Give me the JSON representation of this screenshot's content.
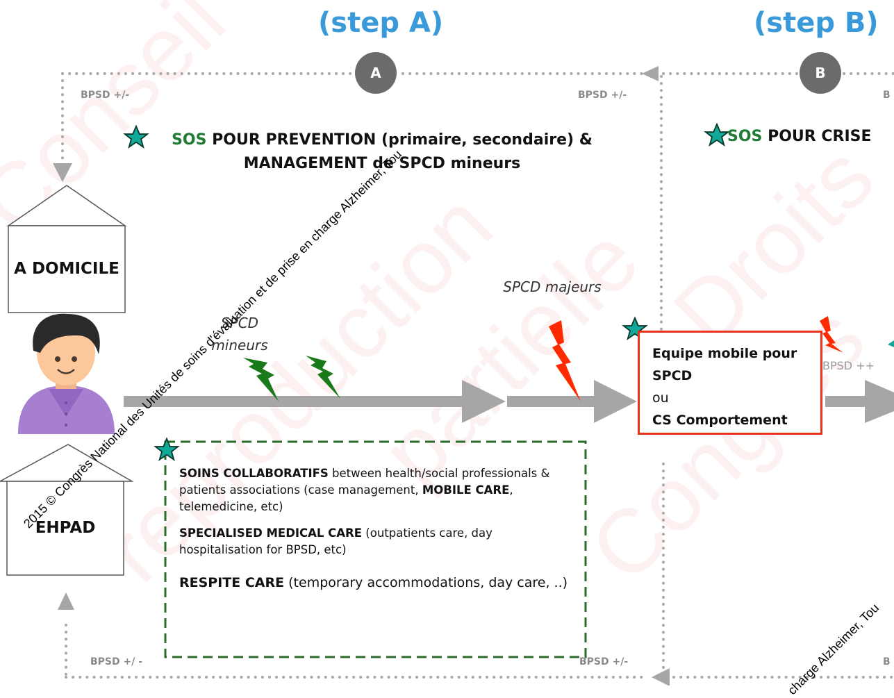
{
  "steps": {
    "a_title": "(step A)",
    "b_title": "(step B)",
    "a_badge": "A",
    "b_badge": "B"
  },
  "bpsd": {
    "top_left": "BPSD +/-",
    "top_mid": "BPSD +/-",
    "top_right_partial": "B",
    "bottom_left": "BPSD +/ -",
    "bottom_mid": "BPSD +/-",
    "bottom_right_partial": "B",
    "arrow_right": "BPSD ++"
  },
  "headings": {
    "a_line1_sos": "SOS",
    "a_line1_rest": "POUR PREVENTION (primaire, secondaire) &",
    "a_line2": "MANAGEMENT de SPCD mineurs",
    "b_sos": "SOS",
    "b_rest": "POUR CRISE"
  },
  "places": {
    "home": "A DOMICILE",
    "ehpad": "EHPAD"
  },
  "labels": {
    "spcd_mineurs_1": "SPCD",
    "spcd_mineurs_2": "mineurs",
    "spcd_majeurs": "SPCD majeurs"
  },
  "care_box": {
    "p1_bold1": "SOINS COLLABORATIFS",
    "p1_text1": " between health/social professionals & patients associations (case management, ",
    "p1_bold2": "MOBILE CARE",
    "p1_text2": ", telemedicine, etc)",
    "p2_bold": "SPECIALISED MEDICAL CARE",
    "p2_text": " (outpatients care, day hospitalisation for BPSD, etc)",
    "p3_bold": "RESPITE CARE",
    "p3_text": " (temporary accommodations, day care, ..)"
  },
  "equipe_box": {
    "line1": "Equipe mobile pour",
    "line2": "SPCD",
    "line3": "ou",
    "line4": "CS Comportement"
  },
  "watermarks": {
    "diagonal": "2015 © Congrès National des Unités de soins d'évaluation et de prise en charge Alzheimer, Tou",
    "diagonal_bottom": "charge Alzheimer, Tou",
    "background_1": "Conseil",
    "background_2": "reproduction",
    "background_3": "partielle",
    "background_4": "Congrès",
    "background_5": "Droits"
  },
  "colors": {
    "step_blue": "#3a9ad9",
    "sos_green": "#1f7a34",
    "arrow_grey": "#a6a6a6",
    "dot_grey": "#a8a8a8",
    "lightning_green": "#1a7a1a",
    "lightning_red": "#ff2a00",
    "star_teal": "#12a89a",
    "box_red": "#e8331c",
    "box_dashed_green": "#2a6a2a"
  }
}
